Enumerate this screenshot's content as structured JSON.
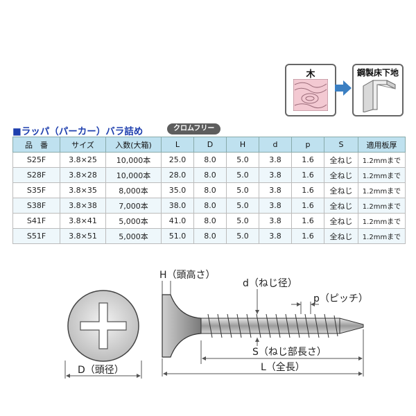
{
  "icons": {
    "wood_label": "木",
    "steel_label": "鋼製床下地"
  },
  "section": {
    "title": "■ラッパ（パーカー）バラ詰め",
    "badge": "クロムフリー"
  },
  "table": {
    "headers": [
      "品　番",
      "サイズ",
      "入数(大箱)",
      "L",
      "D",
      "H",
      "d",
      "p",
      "S",
      "適用板厚"
    ],
    "rows": [
      [
        "S25F",
        "3.8×25",
        "10,000本",
        "25.0",
        "8.0",
        "5.0",
        "3.8",
        "1.6",
        "全ねじ",
        "1.2mmまで"
      ],
      [
        "S28F",
        "3.8×28",
        "10,000本",
        "28.0",
        "8.0",
        "5.0",
        "3.8",
        "1.6",
        "全ねじ",
        "1.2mmまで"
      ],
      [
        "S35F",
        "3.8×35",
        "8,000本",
        "35.0",
        "8.0",
        "5.0",
        "3.8",
        "1.6",
        "全ねじ",
        "1.2mmまで"
      ],
      [
        "S38F",
        "3.8×38",
        "7,000本",
        "38.0",
        "8.0",
        "5.0",
        "3.8",
        "1.6",
        "全ねじ",
        "1.2mmまで"
      ],
      [
        "S41F",
        "3.8×41",
        "5,000本",
        "41.0",
        "8.0",
        "5.0",
        "3.8",
        "1.6",
        "全ねじ",
        "1.2mmまで"
      ],
      [
        "S51F",
        "3.8×51",
        "5,000本",
        "51.0",
        "8.0",
        "5.0",
        "3.8",
        "1.6",
        "全ねじ",
        "1.2mmまで"
      ]
    ]
  },
  "diagram": {
    "head_height": "H（頭高さ）",
    "thread_diameter": "d（ねじ径）",
    "pitch": "p（ピッチ）",
    "head_diameter": "D（頭径）",
    "thread_length": "S（ねじ部長さ）",
    "total_length": "L（全長）"
  }
}
